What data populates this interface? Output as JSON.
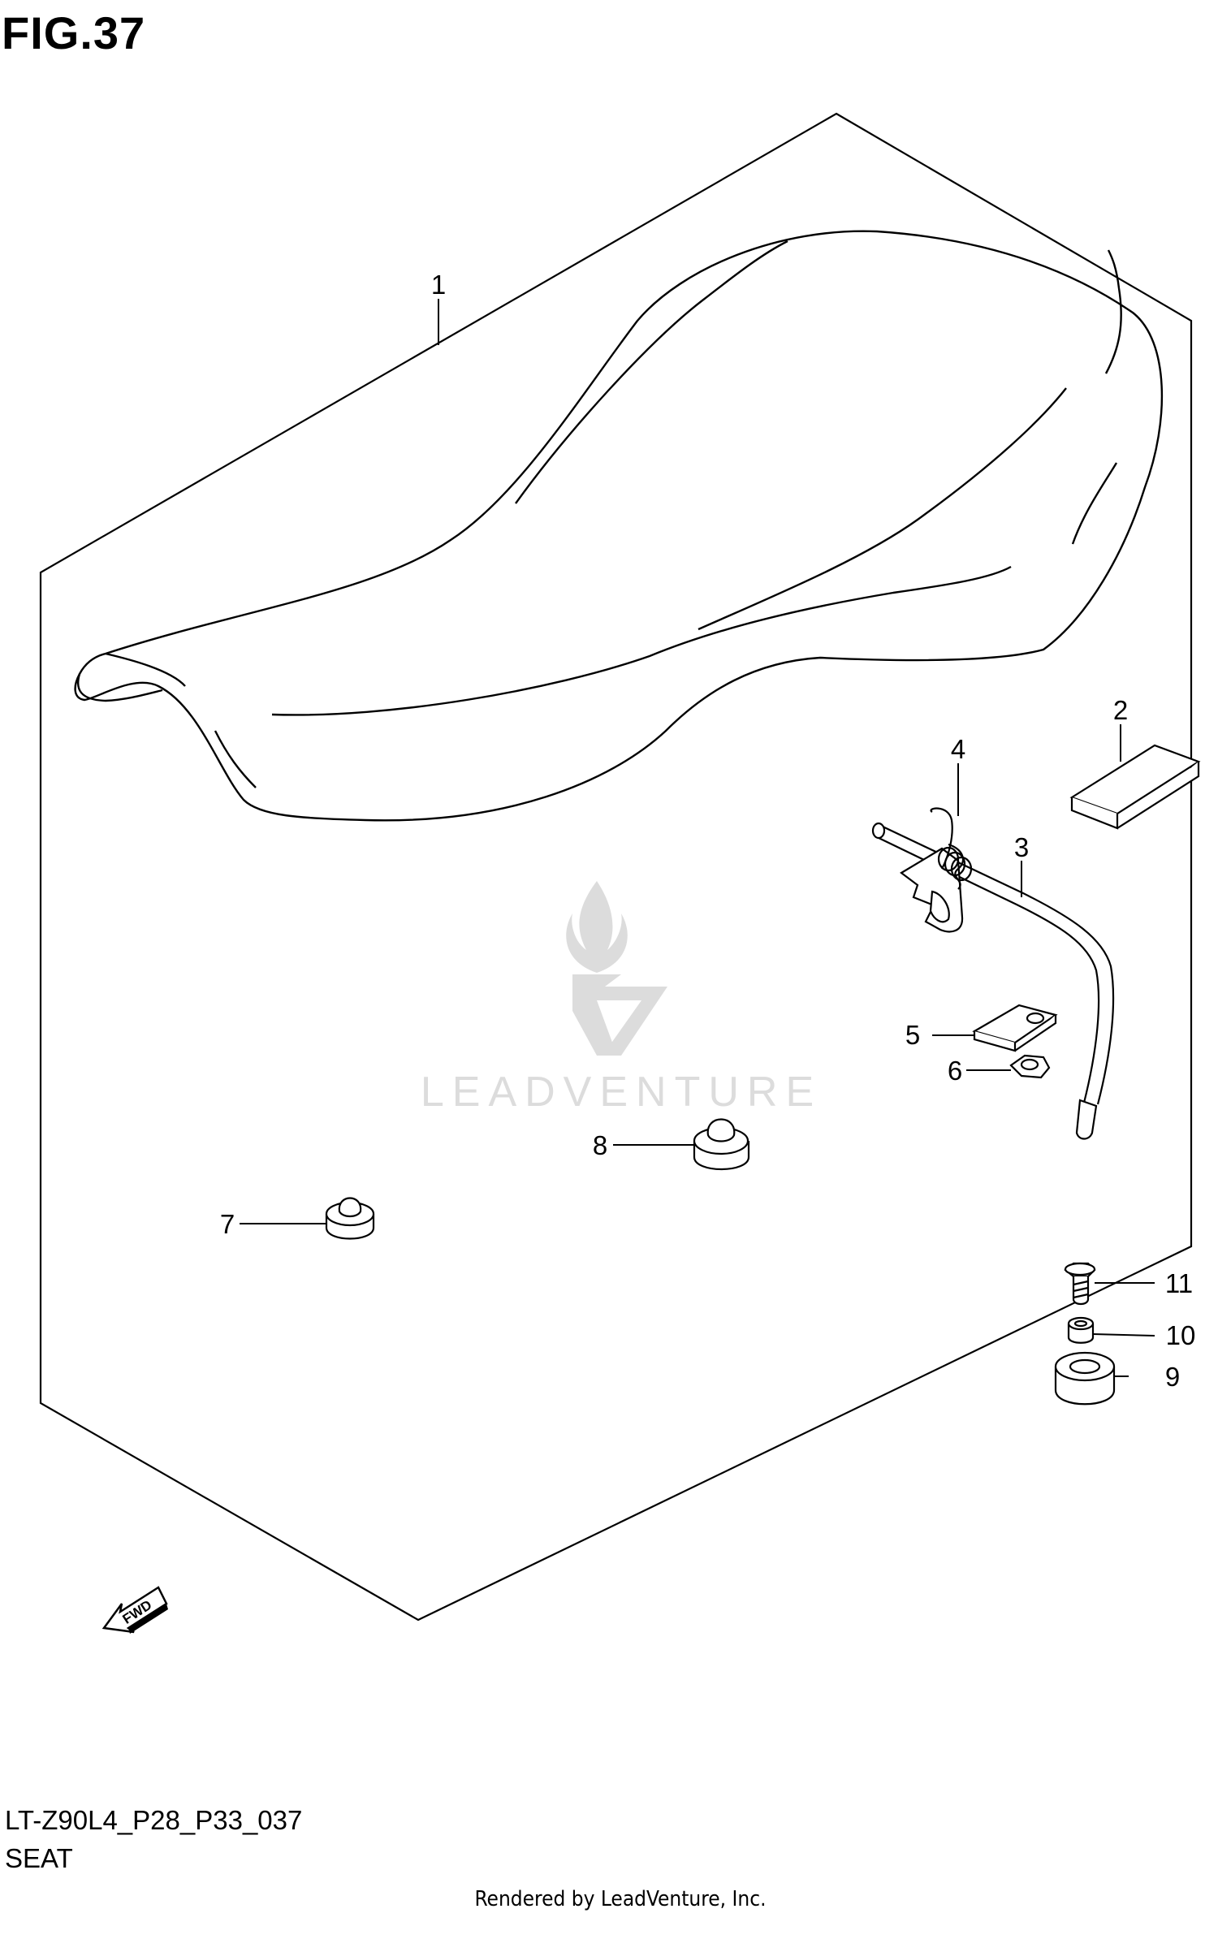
{
  "figure": {
    "title": "FIG.37",
    "code": "LT-Z90L4_P28_P33_037",
    "name": "SEAT",
    "credit": "Rendered by LeadVenture, Inc.",
    "watermark": "LEADVENTURE",
    "fwd_label": "FWD"
  },
  "callouts": [
    {
      "number": "1",
      "part": "seat"
    },
    {
      "number": "2",
      "part": "pad"
    },
    {
      "number": "3",
      "part": "seat-lock-rod"
    },
    {
      "number": "4",
      "part": "spring"
    },
    {
      "number": "5",
      "part": "plate"
    },
    {
      "number": "6",
      "part": "nut"
    },
    {
      "number": "7",
      "part": "cushion"
    },
    {
      "number": "8",
      "part": "cushion"
    },
    {
      "number": "9",
      "part": "cushion"
    },
    {
      "number": "10",
      "part": "spacer"
    },
    {
      "number": "11",
      "part": "bolt"
    }
  ],
  "colors": {
    "line": "#000000",
    "watermark": "#d9d9d9",
    "background": "#ffffff"
  }
}
